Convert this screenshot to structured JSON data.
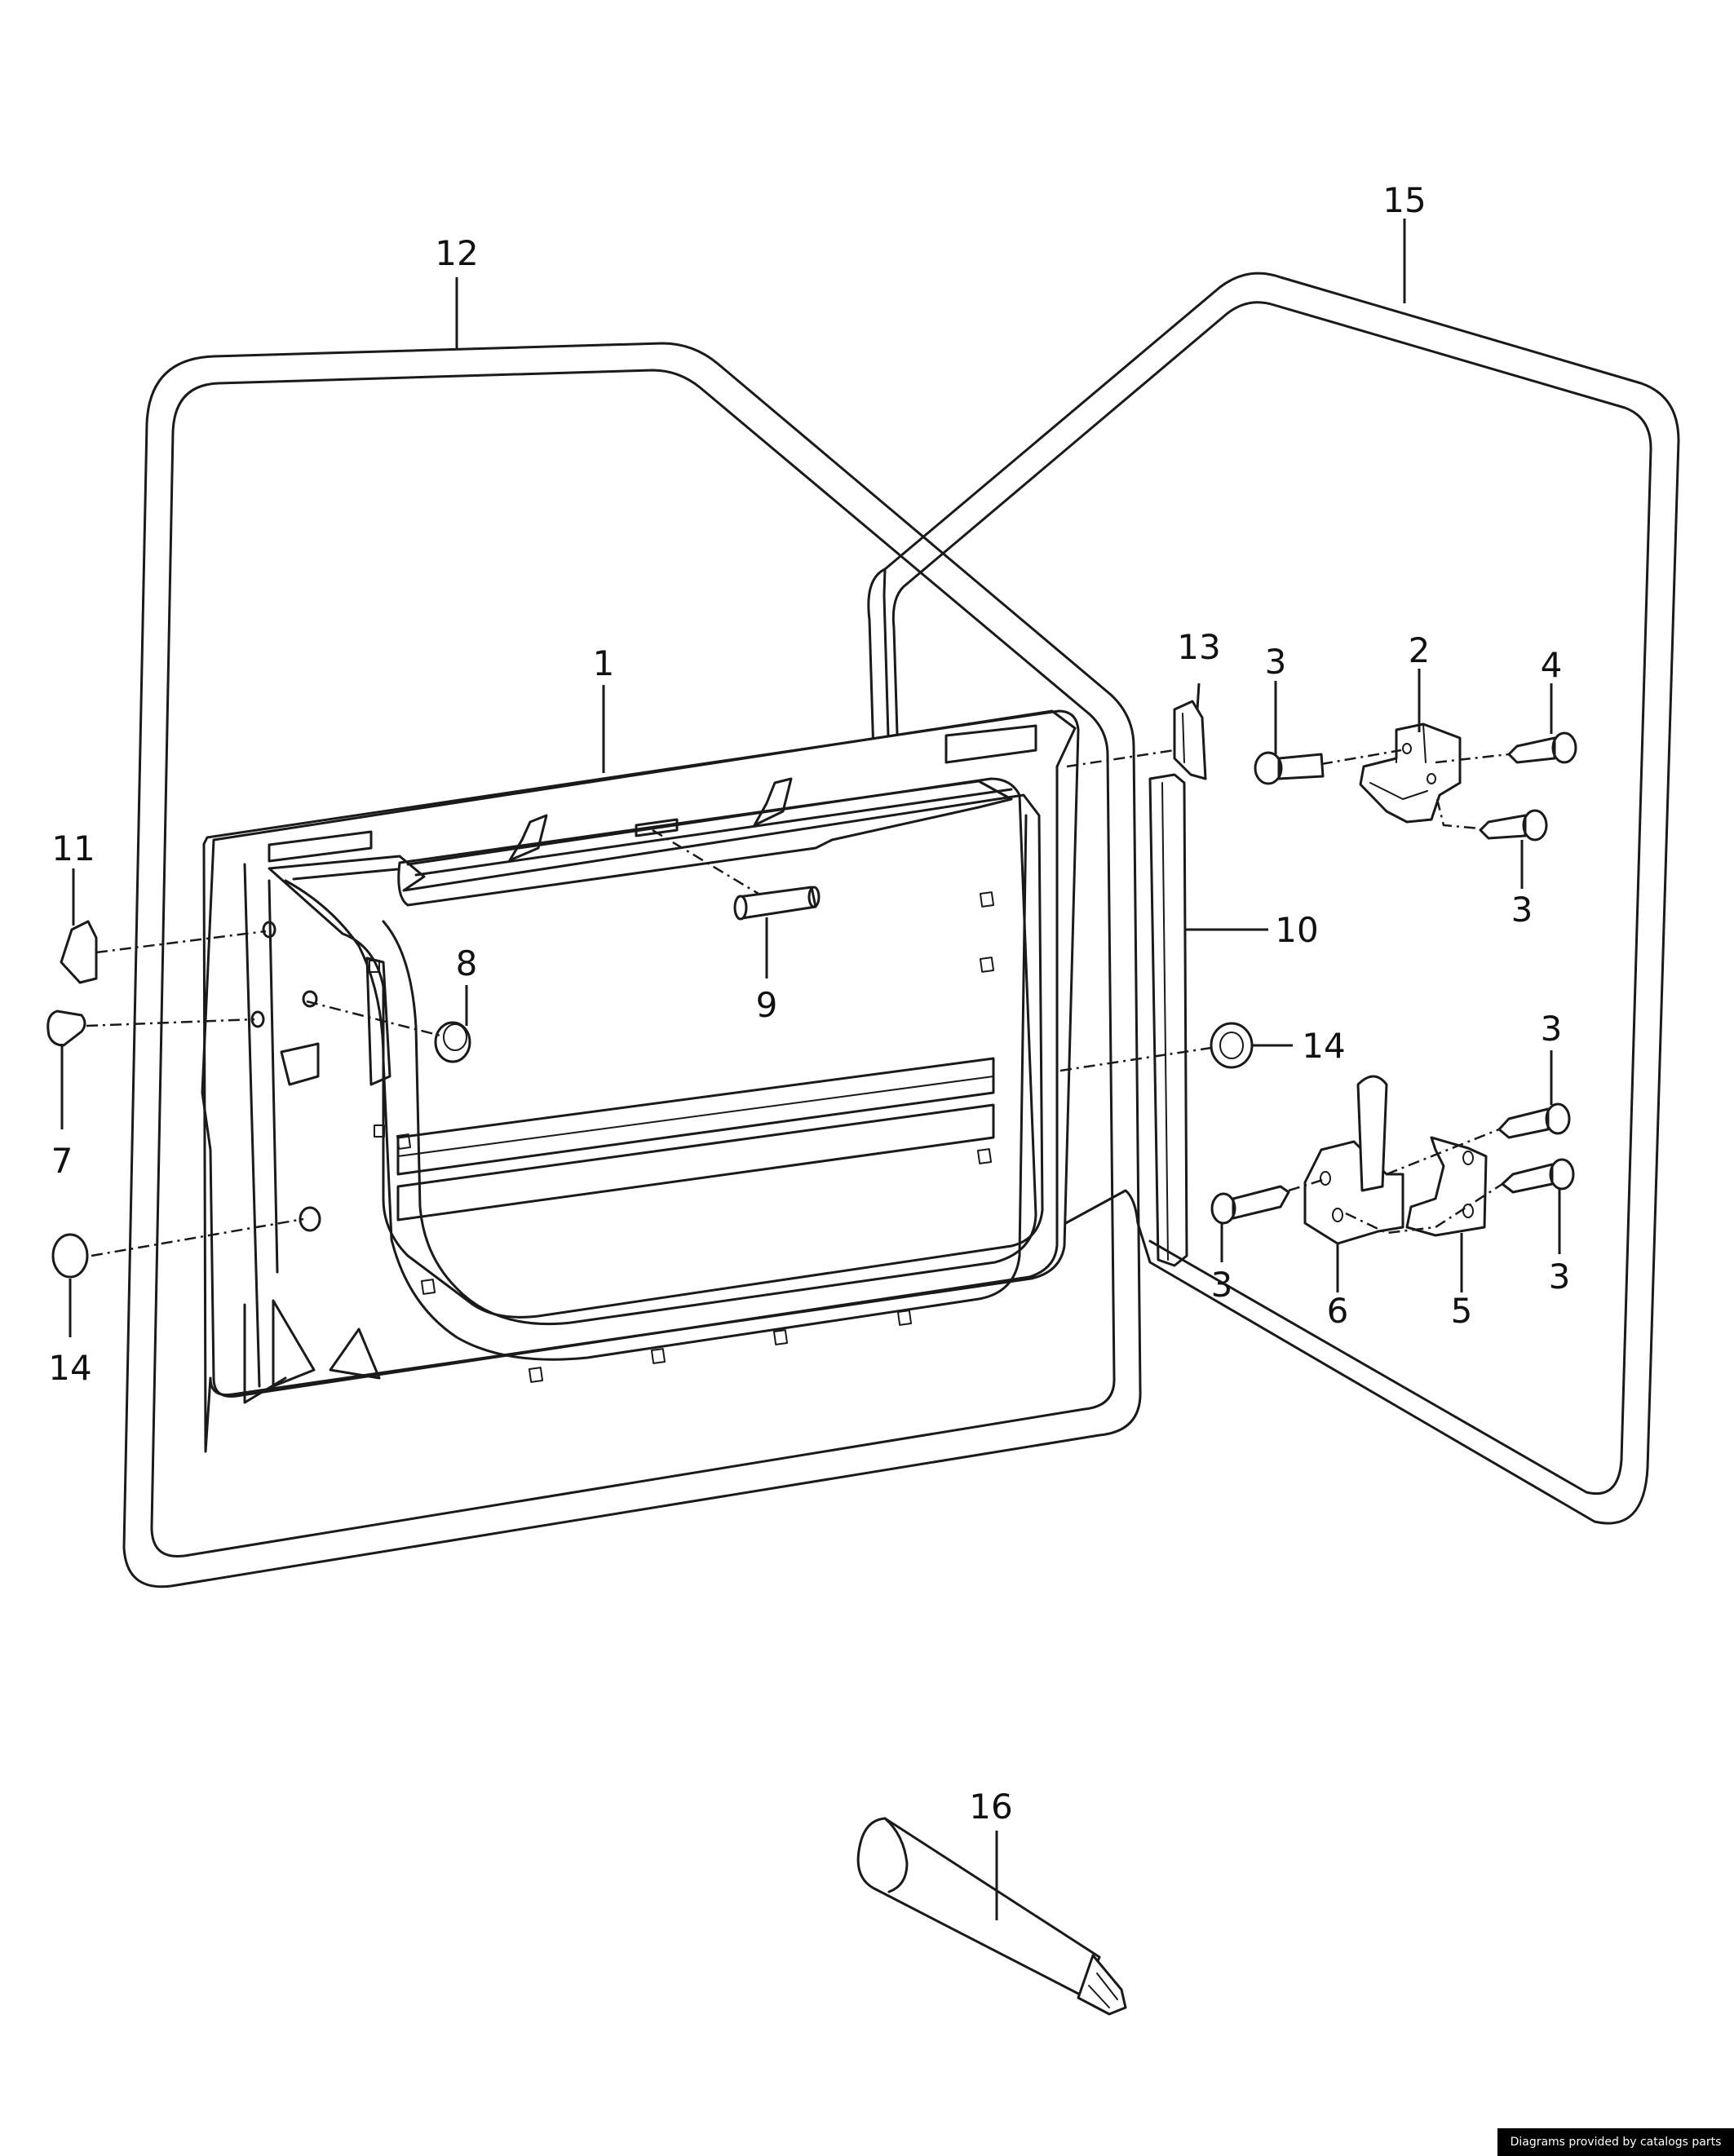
{
  "diagram": {
    "callouts": [
      {
        "id": "c12",
        "name": "callout-12",
        "text": "12"
      },
      {
        "id": "c15",
        "name": "callout-15",
        "text": "15"
      },
      {
        "id": "c1",
        "name": "callout-1",
        "text": "1"
      },
      {
        "id": "c13",
        "name": "callout-13",
        "text": "13"
      },
      {
        "id": "c3a",
        "name": "callout-3-top-left",
        "text": "3"
      },
      {
        "id": "c2",
        "name": "callout-2",
        "text": "2"
      },
      {
        "id": "c4",
        "name": "callout-4",
        "text": "4"
      },
      {
        "id": "c3b",
        "name": "callout-3-top-right",
        "text": "3"
      },
      {
        "id": "c11",
        "name": "callout-11",
        "text": "11"
      },
      {
        "id": "c8",
        "name": "callout-8",
        "text": "8"
      },
      {
        "id": "c9",
        "name": "callout-9",
        "text": "9"
      },
      {
        "id": "c10",
        "name": "callout-10",
        "text": "10"
      },
      {
        "id": "c7",
        "name": "callout-7",
        "text": "7"
      },
      {
        "id": "c14a",
        "name": "callout-14-right",
        "text": "14"
      },
      {
        "id": "c3c",
        "name": "callout-3-mid-right",
        "text": "3"
      },
      {
        "id": "c14b",
        "name": "callout-14-left",
        "text": "14"
      },
      {
        "id": "c3d",
        "name": "callout-3-bottom-left",
        "text": "3"
      },
      {
        "id": "c6",
        "name": "callout-6",
        "text": "6"
      },
      {
        "id": "c5",
        "name": "callout-5",
        "text": "5"
      },
      {
        "id": "c3e",
        "name": "callout-3-bottom-right",
        "text": "3"
      },
      {
        "id": "c16",
        "name": "callout-16",
        "text": "16"
      }
    ]
  },
  "footer": {
    "credit": "Diagrams provided by catalogs parts"
  }
}
